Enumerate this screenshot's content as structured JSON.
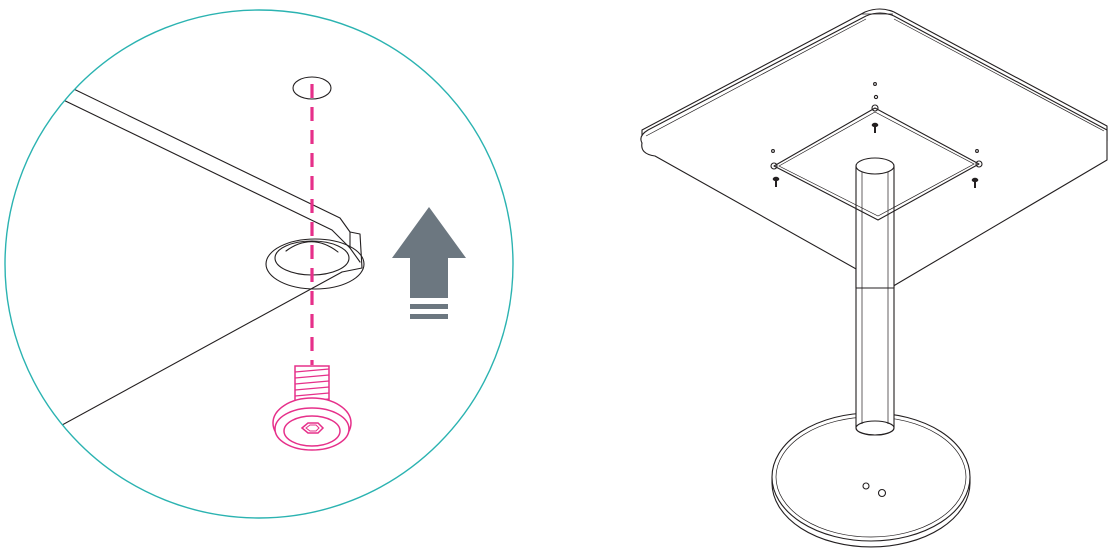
{
  "figure": {
    "detail": {
      "circle_color": "#2bb3b1",
      "screw_color": "#e6308a",
      "guide_color": "#e6308a",
      "arrow_color": "#6c7780",
      "arrow_direction": "up",
      "icons": [
        "up-arrow-icon",
        "hex-socket-screw-icon",
        "screw-hole-icon"
      ]
    },
    "overview": {
      "line_color": "#231f20",
      "parts": [
        "square-tabletop",
        "mounting-plate",
        "pedestal-column",
        "round-base"
      ],
      "screws_shown": 4
    }
  }
}
